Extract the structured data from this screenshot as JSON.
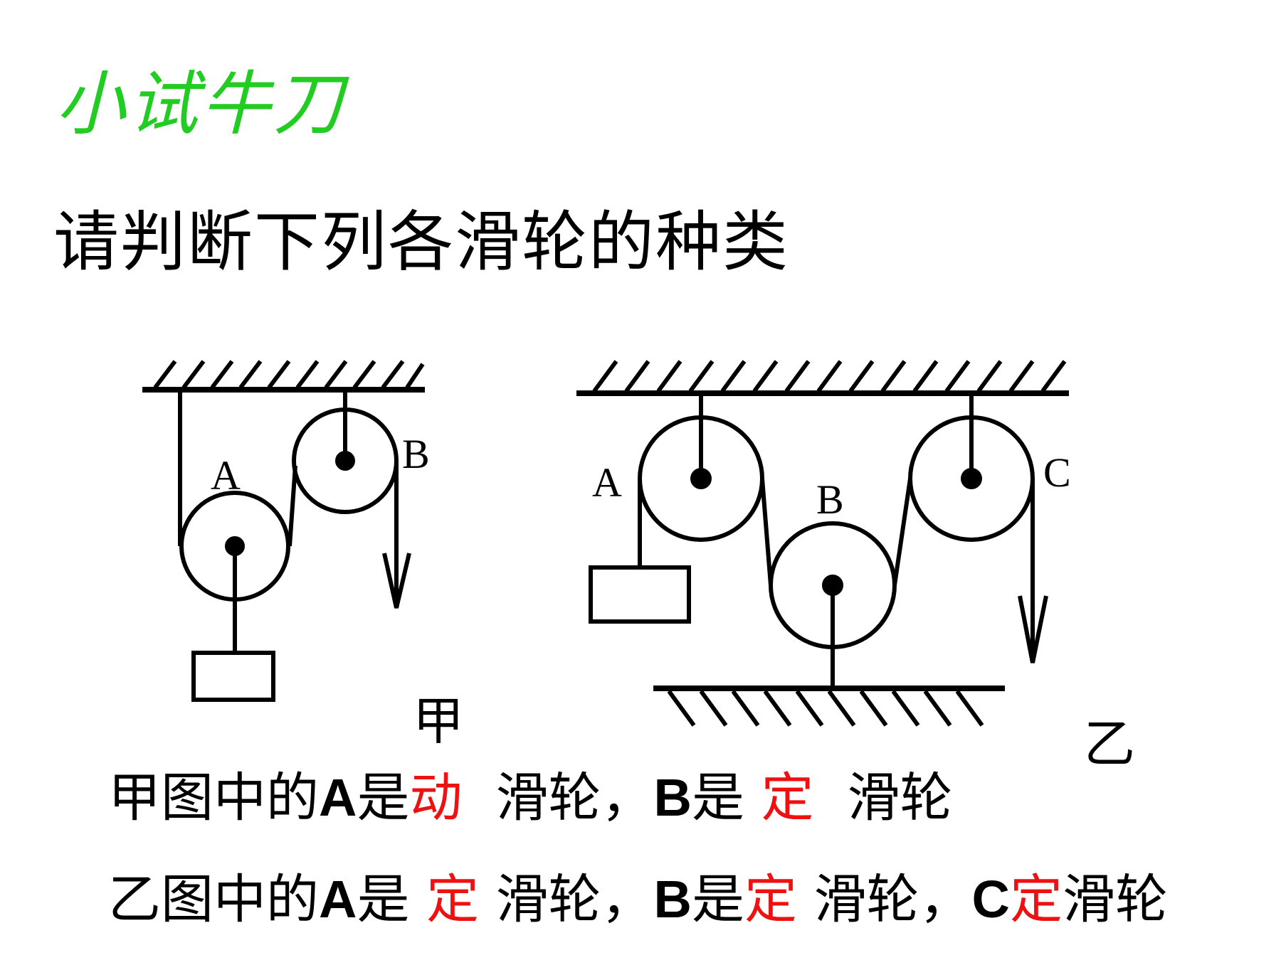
{
  "title": "小试牛刀",
  "subtitle": "请判断下列各滑轮的种类",
  "figures": {
    "jia": {
      "caption": "甲",
      "pulleys": [
        "A",
        "B"
      ]
    },
    "yi": {
      "caption": "乙",
      "pulleys": [
        "A",
        "B",
        "C"
      ]
    }
  },
  "answers": {
    "line1": {
      "prefix": "甲图中的",
      "a": "A",
      "is1": "是",
      "a_type": "动",
      "suffix1": "  滑轮，",
      "b": "B",
      "is2": "是 ",
      "b_type": "定",
      "suffix2": "  滑轮"
    },
    "line2": {
      "prefix": "乙图中的",
      "a": "A",
      "is1": "是 ",
      "a_type": "定",
      "suffix1": " 滑轮，",
      "b": "B",
      "is2": "是",
      "b_type": "定",
      "suffix2": " 滑轮，",
      "c": "C",
      "c_type": "定",
      "suffix3": "滑轮"
    }
  },
  "colors": {
    "title": "#22cc22",
    "answer_fill": "#ee1111",
    "ink": "#000000"
  }
}
